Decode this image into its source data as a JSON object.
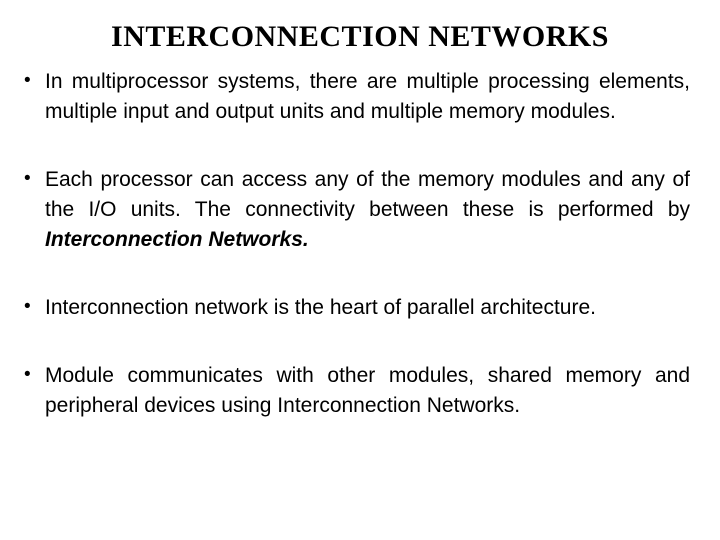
{
  "slide": {
    "title": "INTERCONNECTION NETWORKS",
    "bullet_char": "•",
    "colors": {
      "background": "#ffffff",
      "text": "#000000"
    },
    "bullets": [
      {
        "segments": [
          {
            "text": "In multiprocessor systems, there are multiple processing elements, multiple input and output units and multiple memory modules.",
            "style": "normal"
          }
        ]
      },
      {
        "segments": [
          {
            "text": "Each processor can access any of the memory modules and any of the I/O units. The connectivity between these is performed by ",
            "style": "normal"
          },
          {
            "text": "Interconnection Networks.",
            "style": "bold-italic"
          }
        ]
      },
      {
        "segments": [
          {
            "text": "Interconnection network is the heart of parallel architecture.",
            "style": "normal"
          }
        ]
      },
      {
        "segments": [
          {
            "text": "Module communicates with other modules, shared memory and peripheral devices using Interconnection Networks.",
            "style": "normal"
          }
        ]
      }
    ]
  }
}
